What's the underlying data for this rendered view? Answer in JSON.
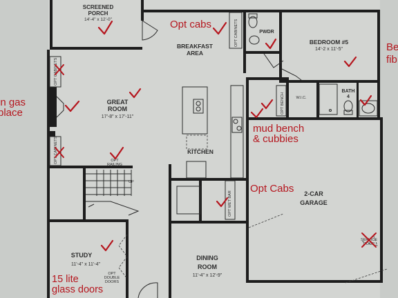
{
  "rooms": {
    "screened_porch": {
      "name_1": "SCREENED",
      "name_2": "PORCH",
      "dims": "14'-4\" x 12'-0\""
    },
    "breakfast": {
      "name_1": "BREAKFAST",
      "name_2": "AREA"
    },
    "great_room": {
      "name_1": "GREAT",
      "name_2": "ROOM",
      "dims": "17'-8\" x 17'-11\""
    },
    "kitchen": {
      "name": "KITCHEN"
    },
    "bedroom5": {
      "name": "BEDROOM #5",
      "dims": "14'-2 x 11'-5\""
    },
    "pwdr": {
      "name": "PWDR"
    },
    "wic": {
      "name": "W.I.C."
    },
    "bath4": {
      "name_1": "BATH",
      "name_2": "4"
    },
    "garage": {
      "name_1": "2-CAR",
      "name_2": "GARAGE"
    },
    "study": {
      "name": "STUDY",
      "dims": "11'-4\" x 11'-4\""
    },
    "dining": {
      "name_1": "DINING",
      "name_2": "ROOM",
      "dims": "11'-4\" x 12'-9\""
    }
  },
  "labels": {
    "opt_cabinets_top": "OPT CABINETS",
    "opt_cabinets_left_1": "OPT CABINETS",
    "opt_cabinets_left_2": "OPT CABINETS",
    "opt_railing_1": "OPT",
    "opt_railing_2": "RAILING",
    "up": "UP",
    "opt_bench": "OPT BENCH",
    "opt_wet_bar": "OPT WET BAR",
    "opt_double_doors_1": "OPT",
    "opt_double_doors_2": "DOUBLE",
    "opt_double_doors_3": "DOORS",
    "service_door_1": "SERVICE",
    "service_door_2": "DOOR"
  },
  "notes": {
    "opt_cabs_top": "Opt cabs",
    "gas_1": "in gas",
    "gas_2": "place",
    "mud_1": "mud bench",
    "mud_2": "& cubbies",
    "opt_cabs_mid": "Opt Cabs",
    "study_1": "15 lite",
    "study_2": "glass doors",
    "right_1": "Be",
    "right_2": "fib"
  },
  "colors": {
    "paper": "#c9ccc9",
    "ink": "#1d1d1d",
    "annotation": "#b5161e"
  }
}
